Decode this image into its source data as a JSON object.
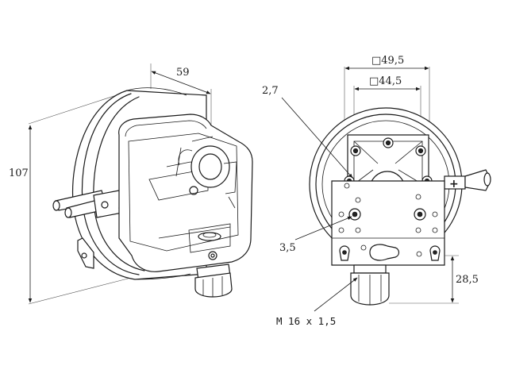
{
  "dimensions": {
    "height_total": "107",
    "depth": "59",
    "outer_square": "□49,5",
    "inner_square": "□44,5",
    "hole_diameter": "2,7",
    "mount_hole": "3,5",
    "bracket_height": "28,5",
    "cable_thread": "M 16 x 1,5"
  },
  "markings": {
    "positive_port": "+"
  }
}
